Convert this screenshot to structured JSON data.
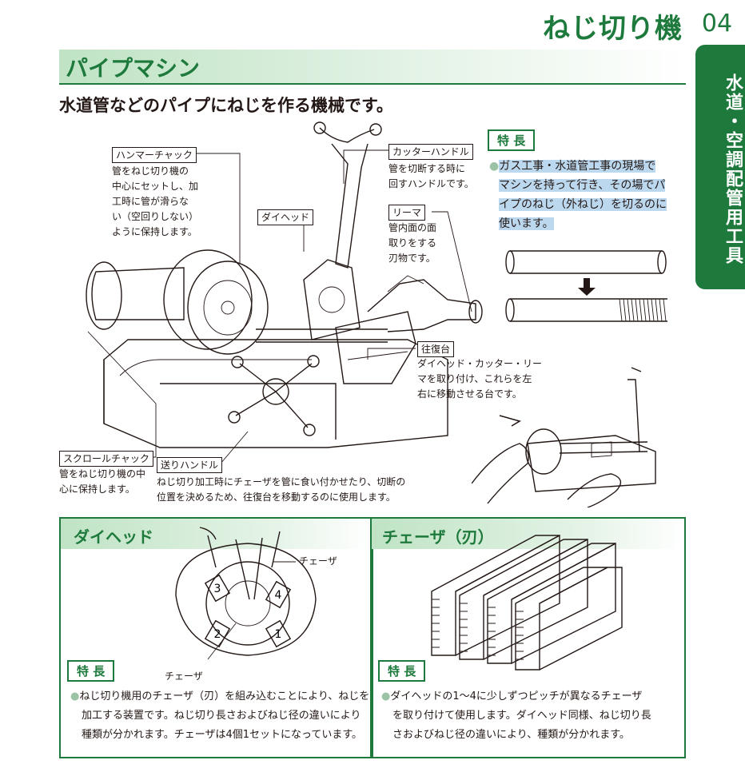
{
  "header": {
    "title": "ねじ切り機",
    "chapter": "04",
    "side_tab": "水道・空調配管用工具"
  },
  "section": {
    "title": "パイプマシン",
    "lead": "水道管などのパイプにねじを作る機械です。"
  },
  "parts": {
    "hammer_chuck": {
      "label": "ハンマーチャック",
      "lines": [
        "管をねじ切り機の",
        "中心にセットし、加",
        "工時に管が滑らな",
        "い（空回りしない）",
        "ように保持します。"
      ]
    },
    "die_head": {
      "label": "ダイヘッド"
    },
    "cutter_handle": {
      "label": "カッターハンドル",
      "lines": [
        "管を切断する時に",
        "回すハンドルです。"
      ]
    },
    "reamer": {
      "label": "リーマ",
      "lines": [
        "管内面の面",
        "取りをする",
        "刃物です。"
      ]
    },
    "carriage": {
      "label": "往復台",
      "lines": [
        "ダイヘッド・カッター・リー",
        "マを取り付け、これらを左",
        "右に移動させる台です。"
      ]
    },
    "scroll_chuck": {
      "label": "スクロールチャック",
      "lines": [
        "管をねじ切り機の中",
        "心に保持します。"
      ]
    },
    "feed_handle": {
      "label": "送りハンドル",
      "lines": [
        "ねじ切り加工時にチェーザを管に食い付かせたり、切断の",
        "位置を決めるため、往復台を移動するのに使用します。"
      ]
    }
  },
  "feature_main": {
    "label": "特 長",
    "lines": [
      "ガス工事・水道管工事の現場で",
      "マシンを持って行き、その場でパ",
      "イプのねじ（外ねじ）を切るのに",
      "使います。"
    ]
  },
  "panel_diehead": {
    "title": "ダイヘッド",
    "chaser_label_top": "チェーザ",
    "chaser_label_bottom": "チェーザ",
    "numbers": [
      "3",
      "4",
      "2",
      "1"
    ],
    "feature_label": "特 長",
    "lines": [
      "ねじ切り機用のチェーザ（刃）を組み込むことにより、ねじを",
      "加工する装置です。ねじ切り長さおよびねじ径の違いにより",
      "種類が分かれます。チェーザは4個1セットになっています。"
    ]
  },
  "panel_chaser": {
    "title": "チェーザ（刃）",
    "feature_label": "特 長",
    "lines": [
      "ダイヘッドの1～4に少しずつピッチが異なるチェーザ",
      "を取り付けて使用します。ダイヘッド同様、ねじ切り長",
      "さおよびねじ径の違いにより、種類が分かれます。"
    ]
  },
  "colors": {
    "accent": "#1e7a3c",
    "band": "#bfe3c4",
    "highlight": "#bcd8ee"
  }
}
